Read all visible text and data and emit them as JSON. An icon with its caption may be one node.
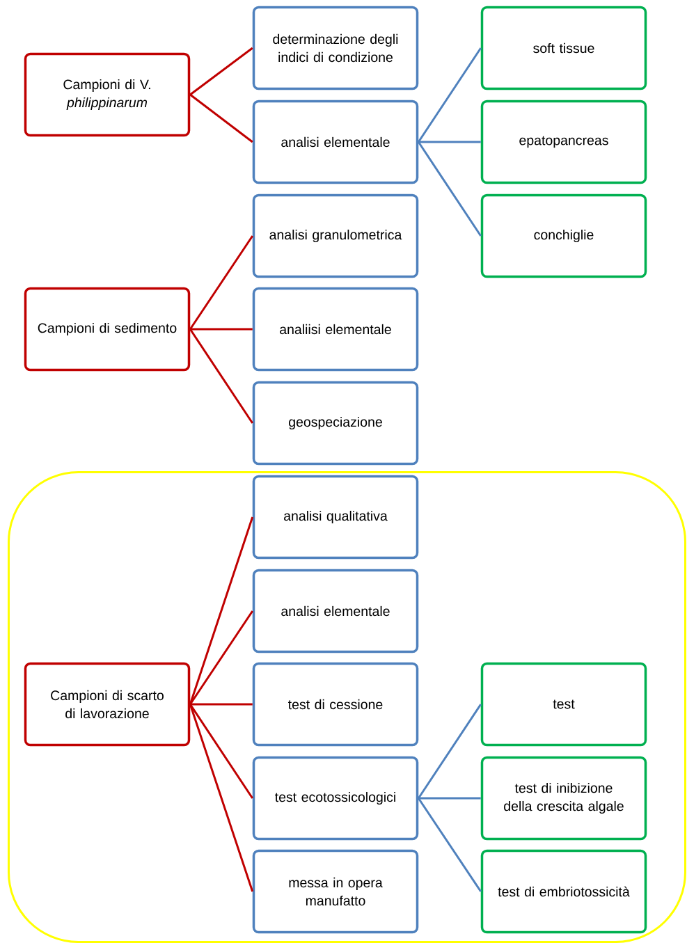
{
  "diagram": {
    "nodes": [
      {
        "text": [
          "Campioni di V. *philippinarum*"
        ]
      },
      {
        "text": [
          "determinazione degli indici di condizione"
        ]
      },
      {
        "text": [
          "analisi elementale"
        ]
      },
      {
        "text": [
          "soft tissue"
        ]
      },
      {
        "text": [
          "epatopancreas"
        ]
      },
      {
        "text": [
          "conchiglie"
        ]
      },
      {
        "text": [
          "Campioni di sedimento"
        ]
      },
      {
        "text": [
          "analisi granulometrica"
        ]
      },
      {
        "text": [
          "analiisi elementale"
        ]
      },
      {
        "text": [
          "geospeciazione"
        ]
      },
      {
        "text": [],
        "shape": "box"
      },
      {
        "text": [
          "Campioni di scarto di lavorazione"
        ],
        "in": 10
      },
      {
        "text": [
          "analisi qualitativa"
        ],
        "in": 10
      },
      {
        "text": [
          "analisi elementale"
        ],
        "in": 10
      },
      {
        "text": [
          "test di cessione"
        ],
        "in": 10
      },
      {
        "text": [
          "test ecotossicologici"
        ],
        "in": 10
      },
      {
        "text": [
          "messa in opera manufatto"
        ],
        "in": 10
      },
      {
        "text": [
          "test"
        ],
        "in": 10
      },
      {
        "text": [
          "test di inibizione della crescita algale"
        ],
        "in": 10
      },
      {
        "text": [
          "test di embriotossicità"
        ],
        "in": 10
      }
    ],
    "edges": [
      {
        "from": 0,
        "to": 1,
        "arrow": "none"
      },
      {
        "from": 0,
        "to": 2,
        "arrow": "none"
      },
      {
        "from": 2,
        "to": 3,
        "arrow": "none",
        "color": "#4f81bd"
      },
      {
        "from": 2,
        "to": 4,
        "arrow": "none",
        "color": "#4f81bd"
      },
      {
        "from": 2,
        "to": 5,
        "arrow": "none",
        "color": "#4f81bd"
      },
      {
        "from": 6,
        "to": 7,
        "arrow": "none"
      },
      {
        "from": 6,
        "to": 8,
        "arrow": "none"
      },
      {
        "from": 6,
        "to": 9,
        "arrow": "none"
      },
      {
        "from": 11,
        "to": 12,
        "arrow": "none"
      },
      {
        "from": 11,
        "to": 13,
        "arrow": "none"
      },
      {
        "from": 11,
        "to": 14,
        "arrow": "none"
      },
      {
        "from": 11,
        "to": 15,
        "arrow": "none"
      },
      {
        "from": 11,
        "to": 16,
        "arrow": "none"
      },
      {
        "from": 15,
        "to": 17,
        "arrow": "none",
        "color": "#4f81bd"
      },
      {
        "from": 15,
        "to": 18,
        "arrow": "none",
        "color": "#4f81bd"
      },
      {
        "from": 15,
        "to": 19,
        "arrow": "none",
        "color": "#4f81bd"
      }
    ]
  }
}
